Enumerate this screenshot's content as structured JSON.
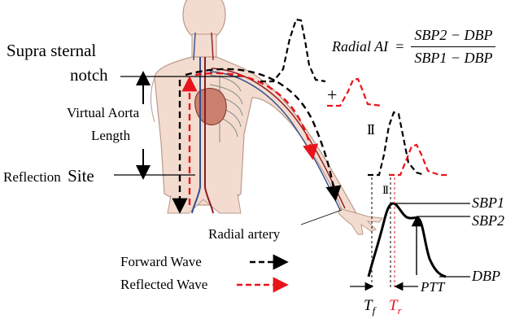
{
  "labels": {
    "suprasternal_line1": "Supra sternal",
    "suprasternal_line2": "notch",
    "virtual_aorta_line1": "Virtual Aorta",
    "virtual_aorta_line2": "Length",
    "reflection_site": "Reflection",
    "reflection_site_word2": "Site",
    "radial_artery": "Radial artery",
    "plus": "+",
    "equals": "II",
    "equals_small": "II"
  },
  "formula": {
    "lhs": "Radial AI",
    "eq": "=",
    "numerator": "SBP2 − DBP",
    "denominator": "SBP1 − DBP"
  },
  "waveform_labels": {
    "sbp1": "SBP1",
    "sbp2": "SBP2",
    "dbp": "DBP",
    "ptt": "PTT",
    "tf": "T",
    "tf_sub": "f",
    "tr": "T",
    "tr_sub": "r"
  },
  "legend": {
    "forward": "Forward Wave",
    "reflected": "Reflected Wave"
  },
  "colors": {
    "forward": "#000000",
    "reflected": "#e8141c",
    "skin": "#f3dccf",
    "skin_edge": "#b99a8a",
    "vessel_blue": "#2f4f8f",
    "vessel_red": "#8a1a22"
  }
}
